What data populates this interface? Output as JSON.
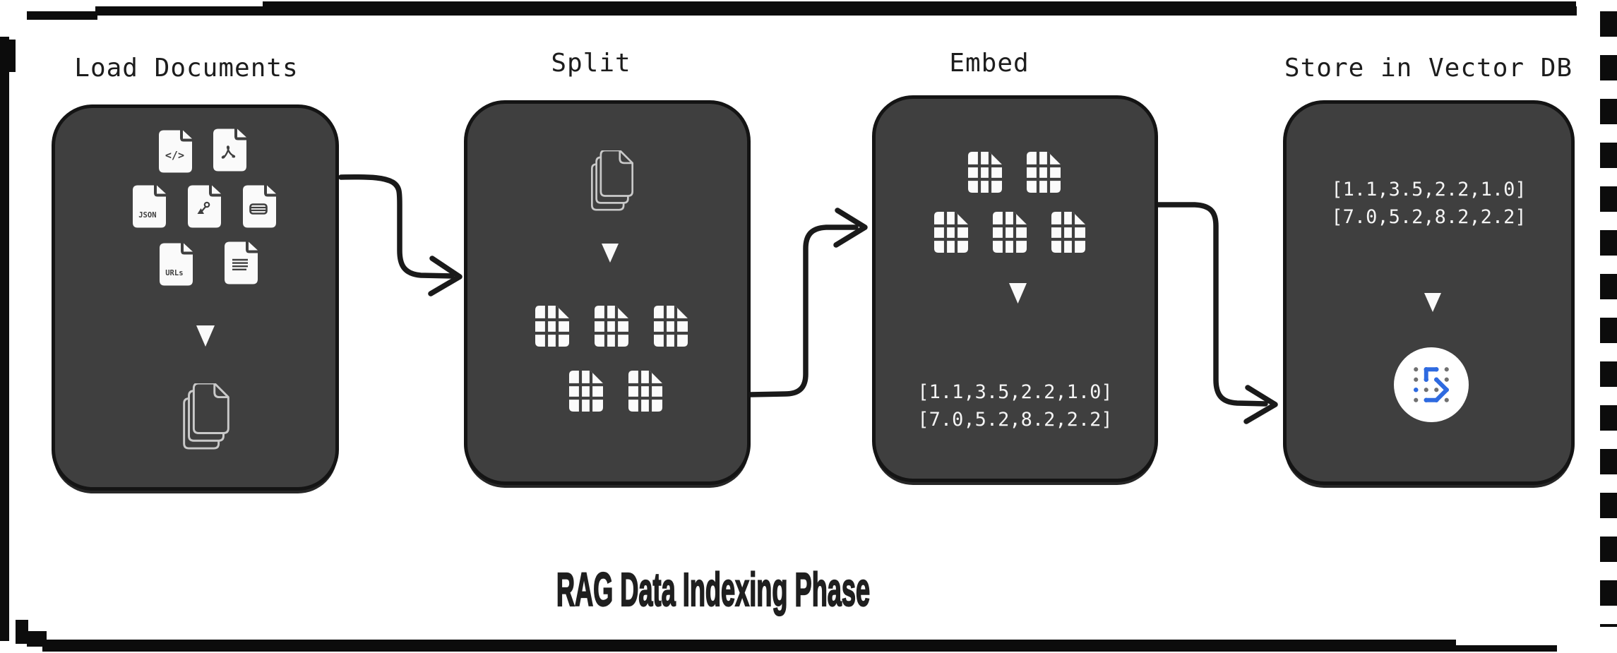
{
  "diagram": {
    "title": "RAG Data Indexing Phase",
    "stages": [
      {
        "label": "Load Documents",
        "file_badges": {
          "code": "</>",
          "json": "JSON",
          "urls": "URLs"
        },
        "icons": [
          "code-file-icon",
          "pdf-file-icon",
          "json-file-icon",
          "design-file-icon",
          "table-file-icon",
          "urls-file-icon",
          "text-file-icon",
          "down-arrow-icon",
          "document-stack-icon"
        ]
      },
      {
        "label": "Split",
        "icons": [
          "document-stack-icon",
          "down-arrow-icon",
          "chunk-grid-icon x5"
        ]
      },
      {
        "label": "Embed",
        "icons": [
          "chunk-grid-icon x5",
          "down-arrow-icon"
        ],
        "vector_lines": [
          "[1.1,3.5,2.2,1.0]",
          "[7.0,5.2,8.2,2.2]"
        ]
      },
      {
        "label": "Store in Vector DB",
        "icons": [
          "down-arrow-icon",
          "vector-db-logo"
        ],
        "vector_lines": [
          "[1.1,3.5,2.2,1.0]",
          "[7.0,5.2,8.2,2.2]"
        ]
      }
    ],
    "colors": {
      "canvas": "#ffffff",
      "frame": "#0c0c0c",
      "panel": "#3f3f3f",
      "panel_outline": "#141414",
      "panel_text": "#f4f4f4",
      "label_text": "#1d1d1d",
      "arrow": "#1a1a1a",
      "logo_blue": "#2e6ae0",
      "logo_gray": "#707070"
    }
  }
}
